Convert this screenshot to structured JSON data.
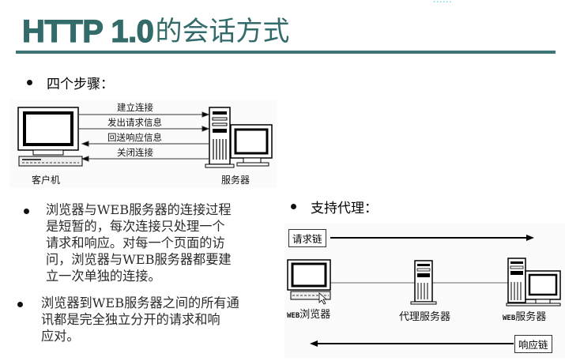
{
  "header": {
    "title_en": "HTTP 1.0",
    "title_cn": "的会话方式",
    "logo_fragment": "······"
  },
  "section_steps": {
    "heading": "四个步骤：",
    "diagram": {
      "client_label": "客户机",
      "server_label": "服务器",
      "steps": [
        {
          "label": "建立连接",
          "direction": "client-to-server"
        },
        {
          "label": "发出请求信息",
          "direction": "client-to-server"
        },
        {
          "label": "回送响应信息",
          "direction": "server-to-client"
        },
        {
          "label": "关闭连接",
          "direction": "server-to-client"
        }
      ]
    }
  },
  "paragraphs": [
    {
      "lines": [
        "浏览器与WEB服务器的连接过程",
        "是短暂的，每次连接只处理一个",
        "请求和响应。对每一个页面的访",
        "问，浏览器与WEB服务器都要建",
        "立一次单独的连接。"
      ]
    },
    {
      "lines": [
        "浏览器到WEB服务器之间的所有通",
        "讯都是完全独立分开的请求和响",
        "应对。"
      ]
    }
  ],
  "section_proxy": {
    "heading": "支持代理：",
    "diagram": {
      "request_chain": "请求链",
      "response_chain": "响应链",
      "browser_label_prefix": "WEB",
      "browser_label": "浏览器",
      "proxy_label": "代理服务器",
      "server_label_prefix": "WEB",
      "server_label": "服务器"
    }
  },
  "colors": {
    "title": "#336b6a",
    "rule": "#3d7574"
  }
}
